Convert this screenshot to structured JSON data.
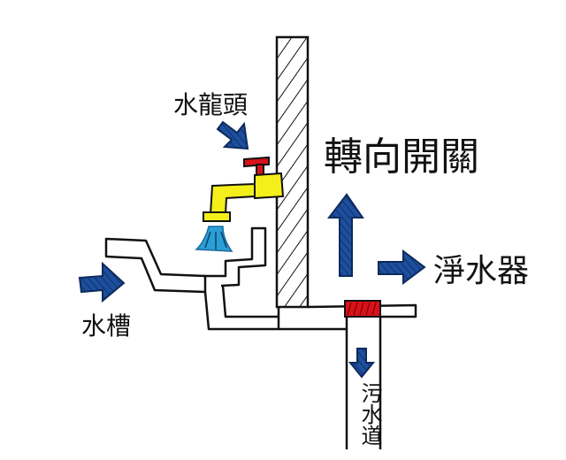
{
  "labels": {
    "faucet": "水龍頭",
    "diverter_valve": "轉向開關",
    "sink": "水槽",
    "water_purifier": "淨水器",
    "sewer": "污水道"
  },
  "colors": {
    "outline": "#111111",
    "faucet_body": "#f4ef1a",
    "faucet_handle": "#d8121a",
    "water_spray": "#2a9fd6",
    "arrow_fill": "#1d4f9e",
    "valve": "#d8121a"
  },
  "icons": {
    "arrow": "blue-hatched-arrow-icon",
    "faucet": "faucet-icon",
    "valve": "valve-icon"
  }
}
